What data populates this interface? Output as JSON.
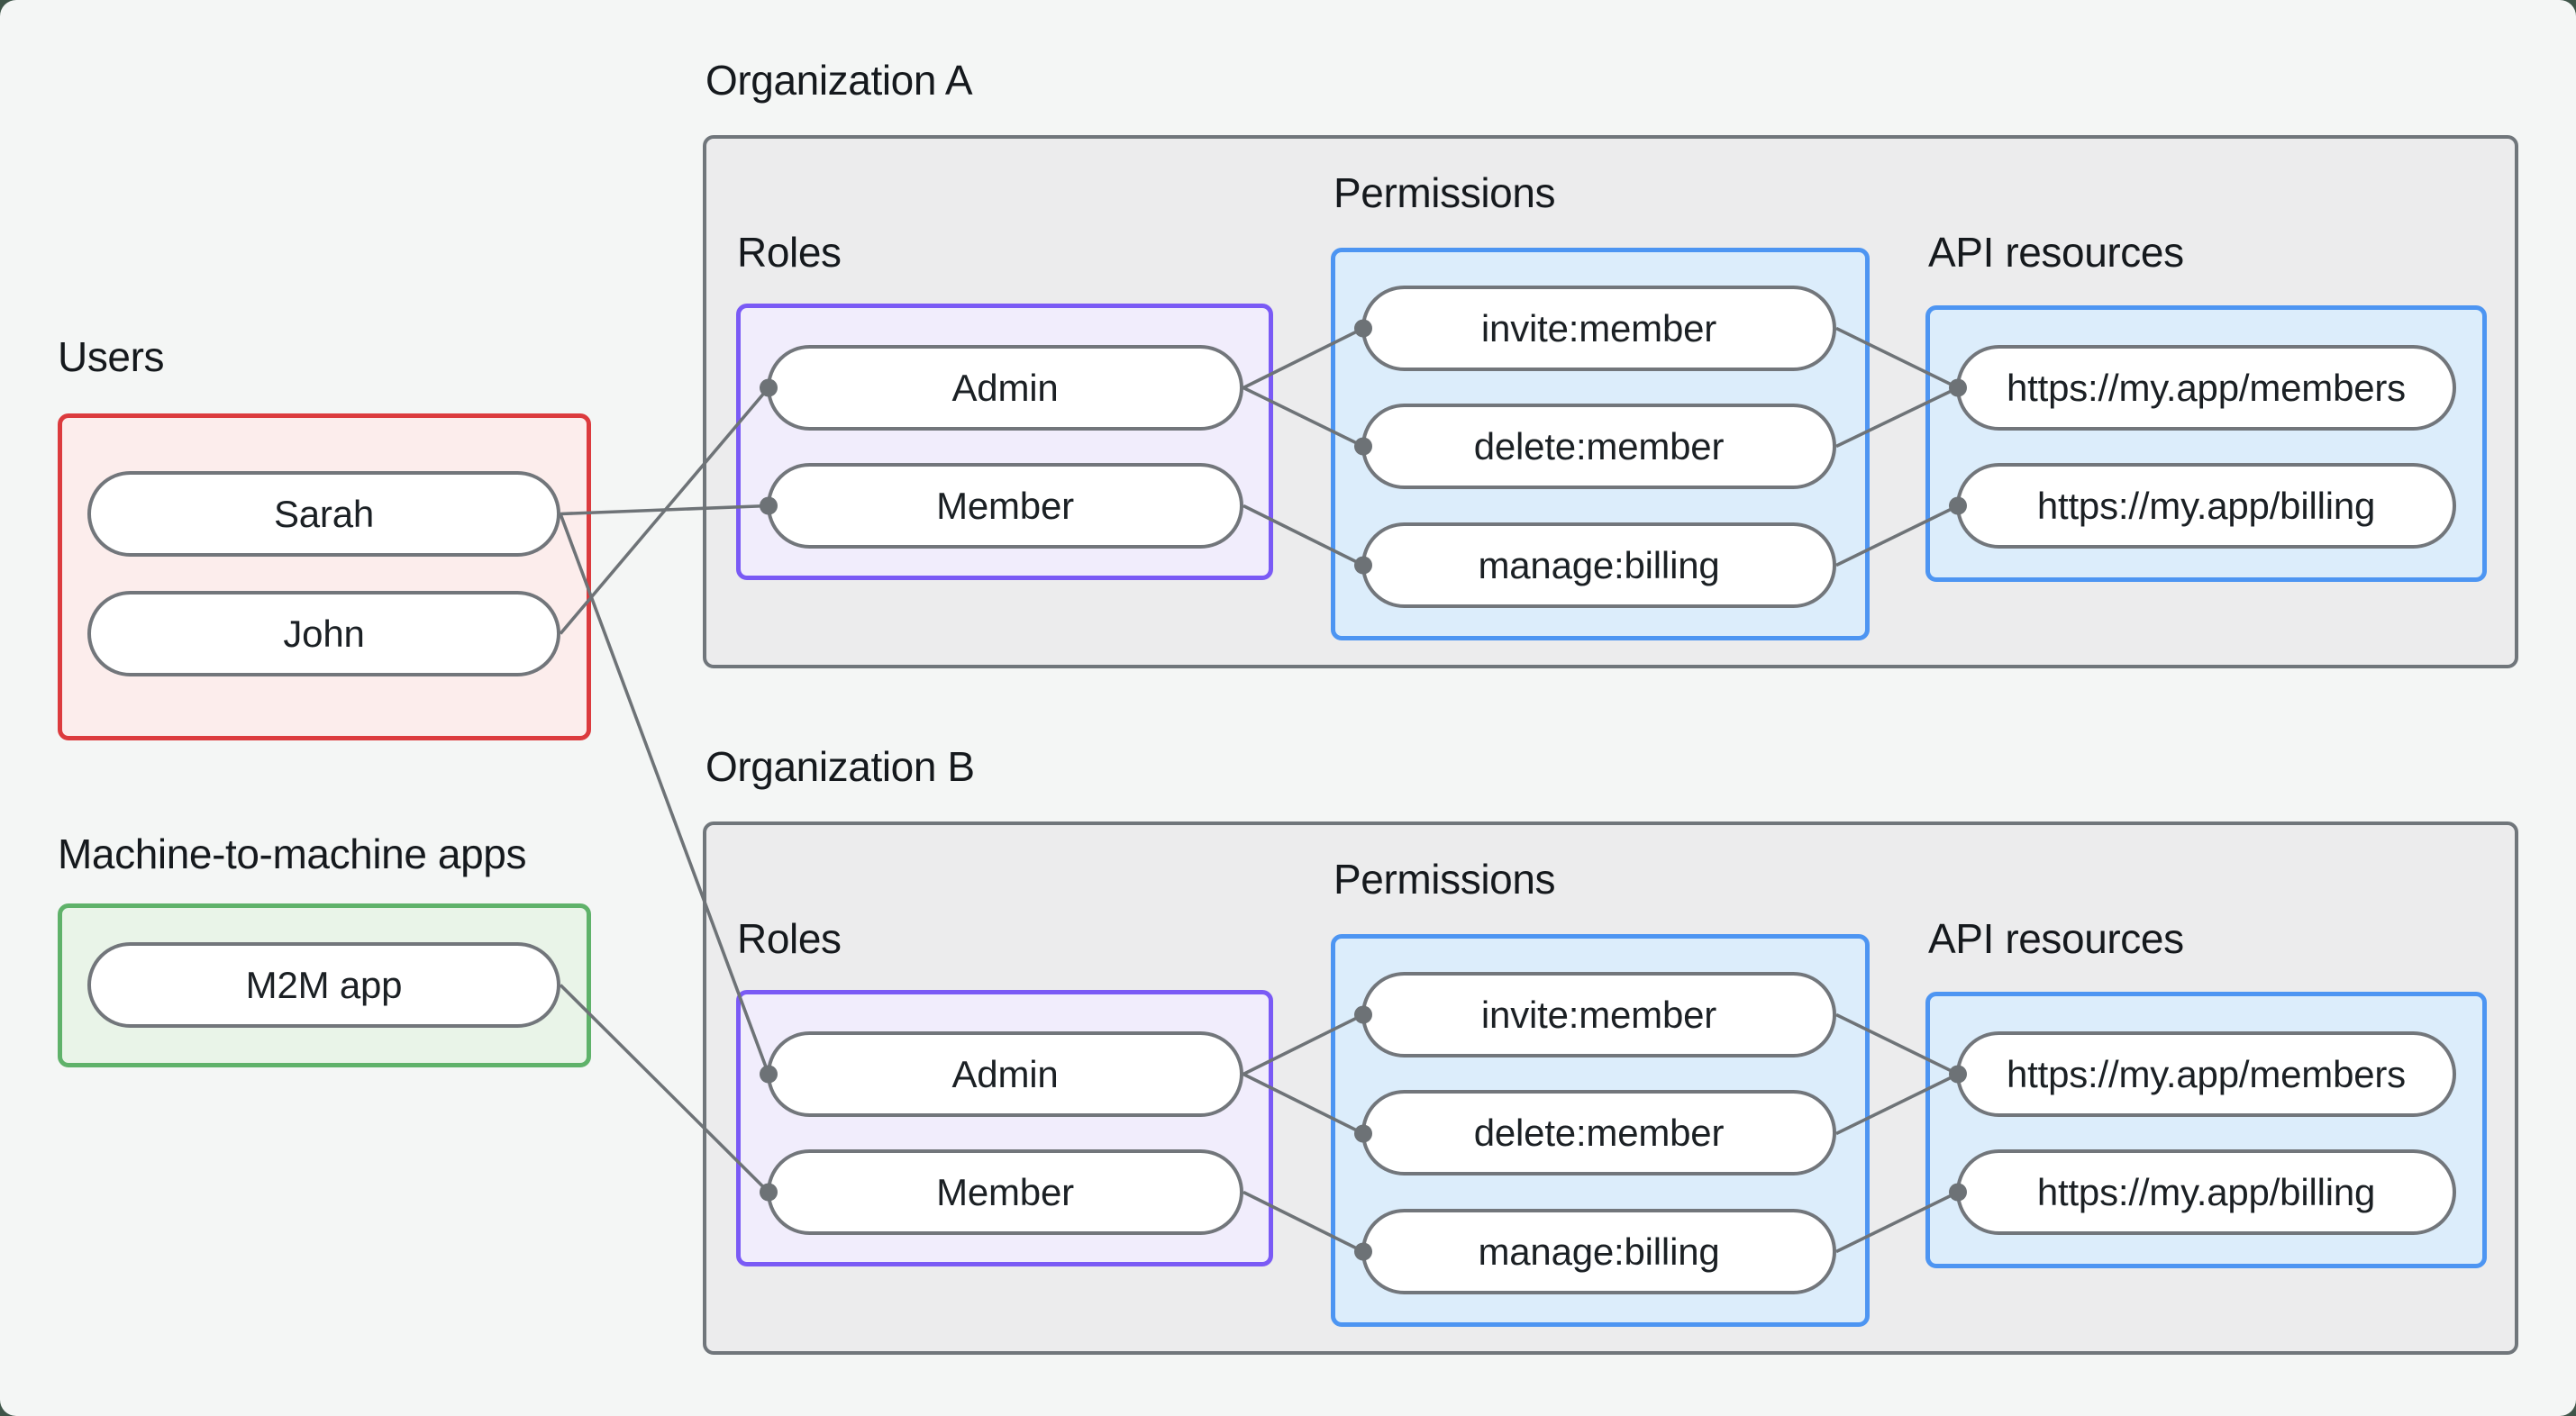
{
  "page": {
    "background_color": "#f4f6f5",
    "frame_background_color": "#3f5549"
  },
  "users_group": {
    "label": "Users",
    "border_color": "#dc3b3e",
    "fill_color": "#fcedec",
    "members": [
      {
        "name": "Sarah"
      },
      {
        "name": "John"
      }
    ]
  },
  "m2m_group": {
    "label": "Machine-to-machine apps",
    "border_color": "#5fb26a",
    "fill_color": "#e9f4e8",
    "members": [
      {
        "name": "M2M app"
      }
    ]
  },
  "organizations": [
    {
      "title": "Organization A",
      "roles": {
        "label": "Roles",
        "border_color": "#7a5af5",
        "fill_color": "#f1edfc",
        "items": [
          "Admin",
          "Member"
        ]
      },
      "permissions": {
        "label": "Permissions",
        "border_color": "#4d95f2",
        "fill_color": "#dcedfb",
        "items": [
          "invite:member",
          "delete:member",
          "manage:billing"
        ]
      },
      "api_resources": {
        "label": "API resources",
        "border_color": "#4d95f2",
        "fill_color": "#dcedfb",
        "items": [
          "https://my.app/members",
          "https://my.app/billing"
        ]
      }
    },
    {
      "title": "Organization B",
      "roles": {
        "label": "Roles",
        "border_color": "#7a5af5",
        "fill_color": "#f1edfc",
        "items": [
          "Admin",
          "Member"
        ]
      },
      "permissions": {
        "label": "Permissions",
        "border_color": "#4d95f2",
        "fill_color": "#dcedfb",
        "items": [
          "invite:member",
          "delete:member",
          "manage:billing"
        ]
      },
      "api_resources": {
        "label": "API resources",
        "border_color": "#4d95f2",
        "fill_color": "#dcedfb",
        "items": [
          "https://my.app/members",
          "https://my.app/billing"
        ]
      }
    }
  ],
  "connections": [
    {
      "from": "Sarah",
      "to": "Member (Organization A)"
    },
    {
      "from": "John",
      "to": "Admin (Organization A)"
    },
    {
      "from": "Sarah",
      "to": "Admin (Organization B)"
    },
    {
      "from": "M2M app",
      "to": "Member (Organization B)"
    },
    {
      "from": "Admin (Organization A)",
      "to": "invite:member (Organization A)"
    },
    {
      "from": "Admin (Organization A)",
      "to": "delete:member (Organization A)"
    },
    {
      "from": "Member (Organization A)",
      "to": "manage:billing (Organization A)"
    },
    {
      "from": "invite:member (Organization A)",
      "to": "https://my.app/members (Organization A)"
    },
    {
      "from": "delete:member (Organization A)",
      "to": "https://my.app/members (Organization A)"
    },
    {
      "from": "manage:billing (Organization A)",
      "to": "https://my.app/billing (Organization A)"
    },
    {
      "from": "Admin (Organization B)",
      "to": "invite:member (Organization B)"
    },
    {
      "from": "Admin (Organization B)",
      "to": "delete:member (Organization B)"
    },
    {
      "from": "Member (Organization B)",
      "to": "manage:billing (Organization B)"
    },
    {
      "from": "invite:member (Organization B)",
      "to": "https://my.app/members (Organization B)"
    },
    {
      "from": "delete:member (Organization B)",
      "to": "https://my.app/members (Organization B)"
    },
    {
      "from": "manage:billing (Organization B)",
      "to": "https://my.app/billing (Organization B)"
    }
  ],
  "style": {
    "connector_color": "#6e7377",
    "node_border_color": "#72767b",
    "org_border_color": "#70767b",
    "org_fill_color": "#ececed",
    "text_color": "#15191d"
  }
}
